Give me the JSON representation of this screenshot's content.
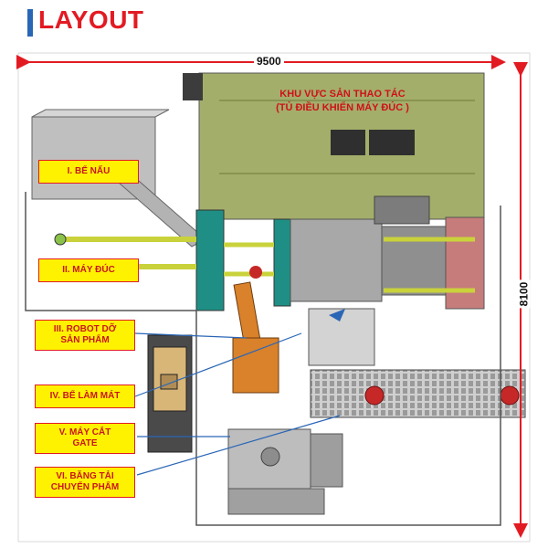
{
  "header": {
    "title": "LAYOUT"
  },
  "dimensions": {
    "width": "9500",
    "height": "8100"
  },
  "areas": {
    "operation": {
      "line1": "KHU VỰC SẢN THAO TÁC",
      "line2": "(TỦ ĐIỀU KHIỂN MÁY ĐÚC )"
    }
  },
  "labels": [
    {
      "text": "I. BỂ NẤU"
    },
    {
      "text": "II. MÁY ĐÚC"
    },
    {
      "text": "III. ROBOT DỠ\nSẢN PHẨM"
    },
    {
      "text": "IV. BỂ LÀM MÁT"
    },
    {
      "text": "V. MÁY CẮT\nGATE"
    },
    {
      "text": "VI. BĂNG TẢI\nCHUYỂN PHẨM"
    }
  ],
  "colors": {
    "accent_red": "#e21b23",
    "label_fill": "#fff200",
    "title_bar": "#2a66b6",
    "olive_area": "#a3ae6a"
  }
}
